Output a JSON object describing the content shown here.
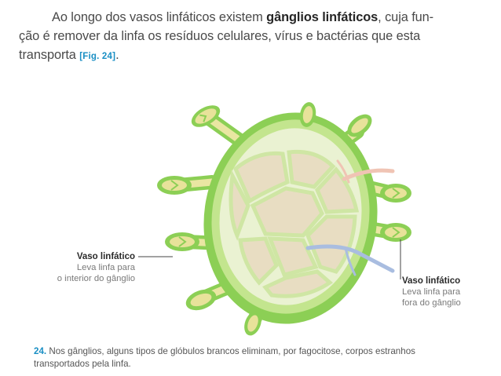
{
  "paragraph": {
    "line1_before": "Ao longo dos vasos linfáticos existem ",
    "line1_bold": "gânglios linfáticos",
    "line1_after": ", cuja fun-",
    "line2": "ção é remover da linfa os resíduos celulares, vírus e bactérias que esta",
    "line3": "transporta ",
    "fig_ref": "[Fig. 24]",
    "line3_end": "."
  },
  "labels": {
    "left_title": "Vaso linfático",
    "left_line1": "Leva linfa para",
    "left_line2": "o interior do gânglio",
    "right_title": "Vaso linfático",
    "right_line1": "Leva linfa para",
    "right_line2": "fora do gânglio"
  },
  "caption": {
    "number": "24.",
    "line1": " Nos gânglios, alguns tipos de glóbulos brancos eliminam, por fagocitose, corpos estranhos",
    "line2": "transportados pela linfa."
  },
  "colors": {
    "capsule": "#8ccf55",
    "node_fill": "#eaf2d2",
    "tissue": "#e8ddc2",
    "vessel_outer": "#d8dc86",
    "blood_vein": "#a9bde0",
    "blood_artery": "#f0c4b4",
    "accent_blue": "#1a8fc4"
  }
}
